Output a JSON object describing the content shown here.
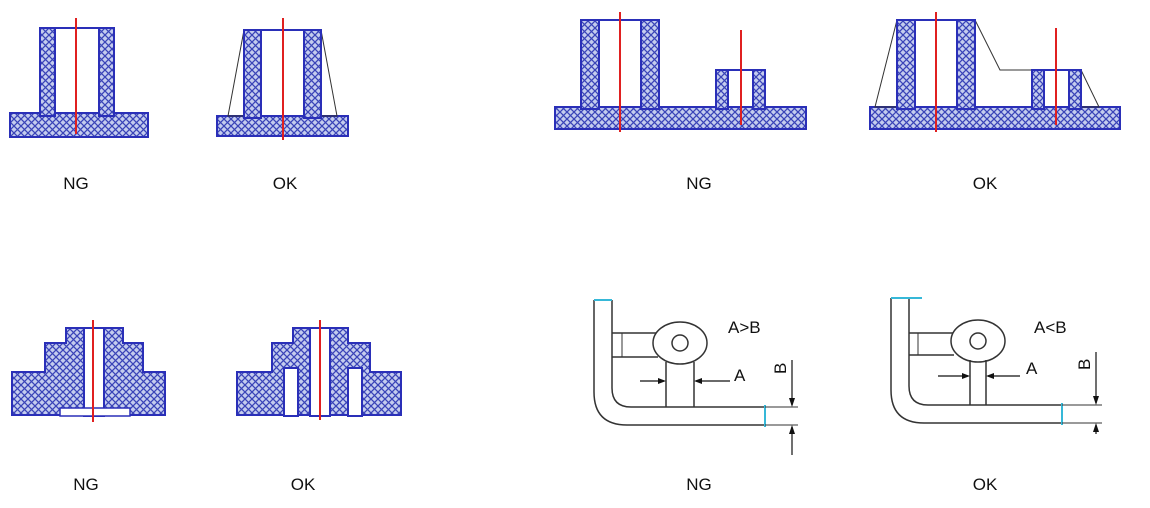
{
  "colors": {
    "hatch_fill": "#8fa0d8",
    "outline": "#2a2fb8",
    "centerline": "#e02020",
    "line": "#222222",
    "accent_cyan": "#36b8d8"
  },
  "panels": {
    "boss_single": {
      "ng_label": "NG",
      "ok_label": "OK"
    },
    "boss_double": {
      "ng_label": "NG",
      "ok_label": "OK"
    },
    "stepped_boss": {
      "ng_label": "NG",
      "ok_label": "OK"
    },
    "rib_boss": {
      "ng_label": "NG",
      "ok_label": "OK",
      "ng_relation": "A>B",
      "ok_relation": "A<B",
      "dim_a": "A",
      "dim_b": "B"
    }
  }
}
